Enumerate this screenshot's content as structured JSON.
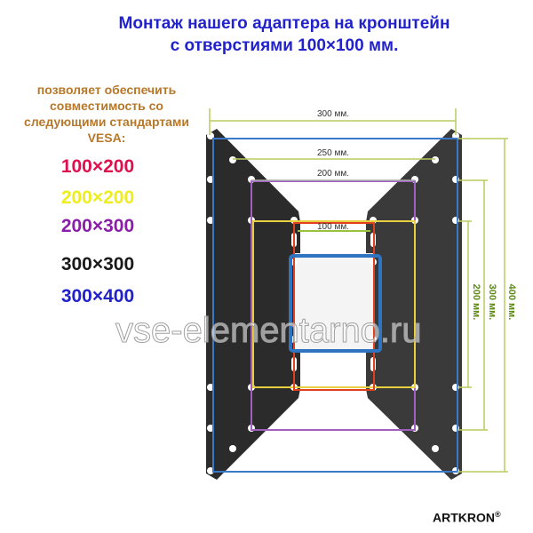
{
  "title": {
    "line1": "Монтаж нашего адаптера на кронштейн",
    "line2": "с отверстиями 100×100 мм."
  },
  "intro": {
    "line1": "позволяет обеспечить",
    "line2": "совместимость со",
    "line3": "следующими стандартами",
    "line4": "VESA:"
  },
  "standards": [
    {
      "label": "100×200",
      "color": "#e0104e"
    },
    {
      "label": "200×200",
      "color": "#eded20"
    },
    {
      "label": "200×300",
      "color": "#8a1ea8"
    },
    {
      "label": "300×300",
      "color": "#1a1a1a"
    },
    {
      "label": "300×400",
      "color": "#2222cc"
    }
  ],
  "dimensions": {
    "w300": "300 мм.",
    "w250": "250 мм.",
    "w200": "200 мм.",
    "w100": "100 мм.",
    "h400": "400 мм.",
    "h300": "300 мм.",
    "h200": "200 мм."
  },
  "watermark": "vse-elementarno.ru",
  "brand": {
    "name": "ARTKRON",
    "mark": "®"
  }
}
